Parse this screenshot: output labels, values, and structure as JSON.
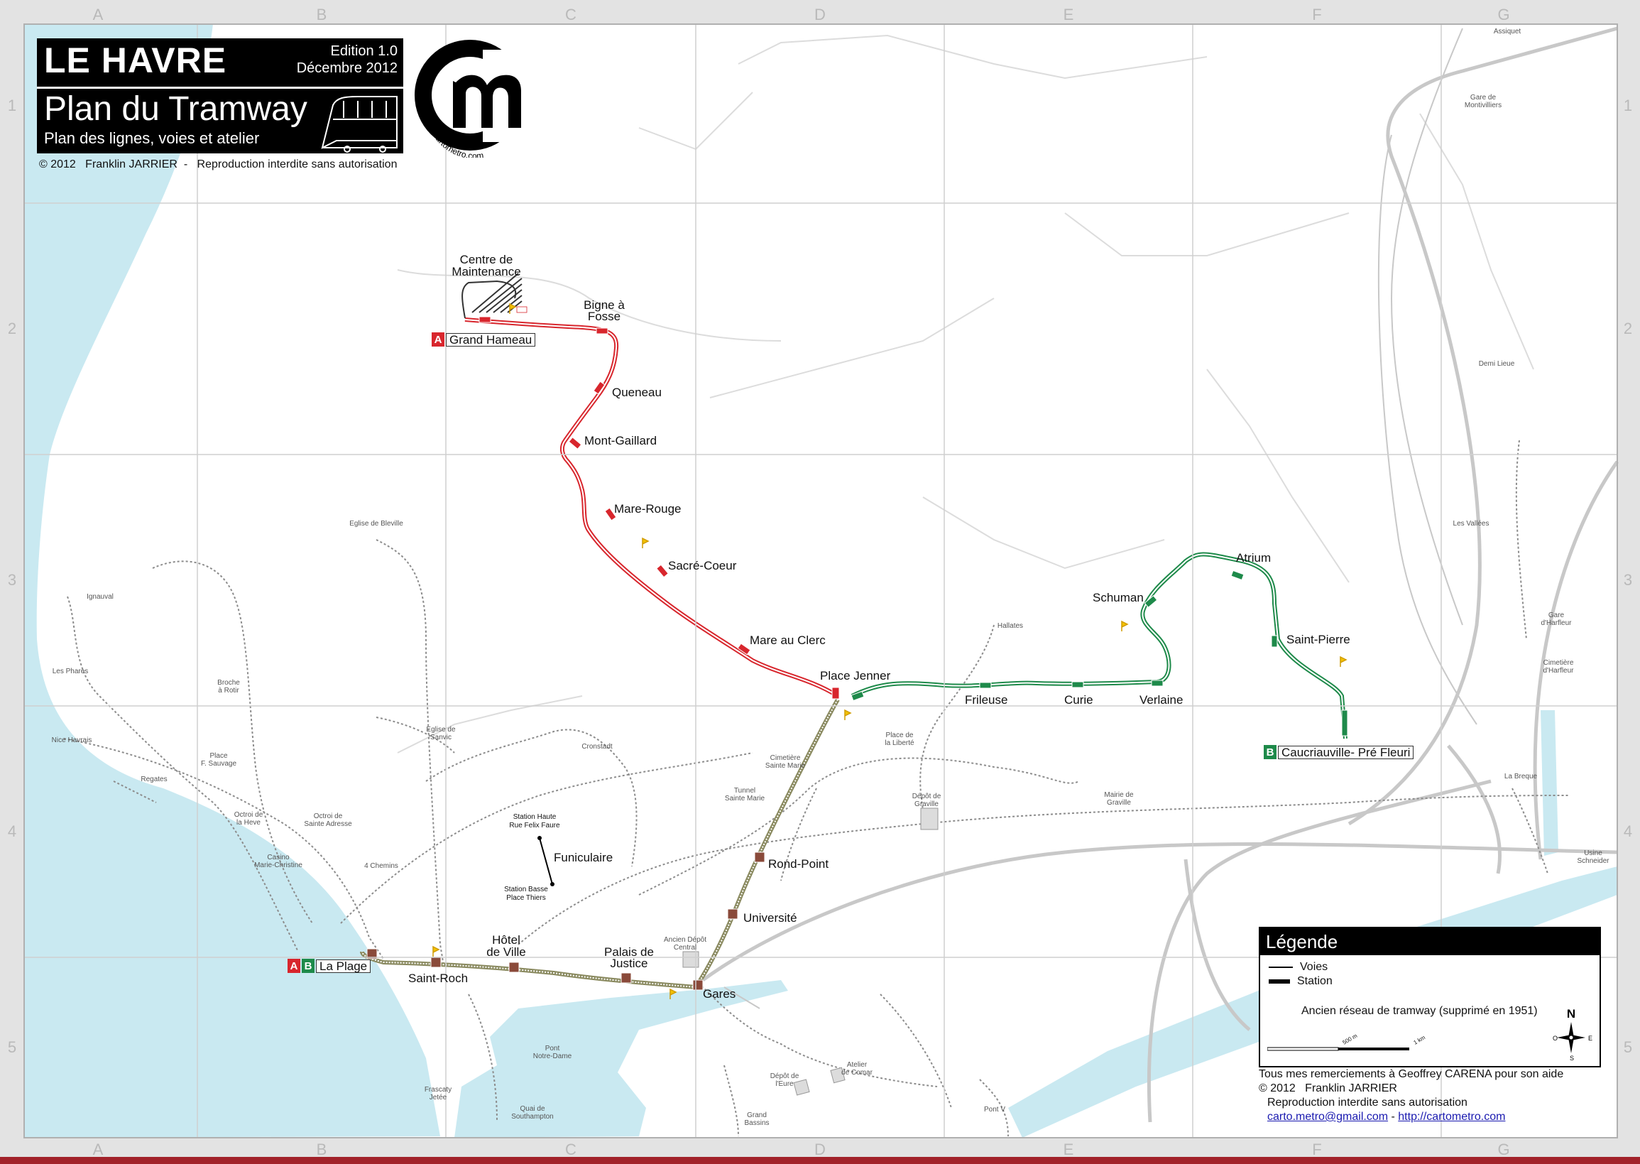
{
  "title": {
    "city": "LE HAVRE",
    "edition": "Edition 1.0",
    "date": "Décembre 2012",
    "plan_title": "Plan du Tramway",
    "subtitle": "Plan des lignes, voies et atelier",
    "copyright": "© 2012   Franklin JARRIER  -   Reproduction interdite sans autorisation"
  },
  "logo": {
    "url": "http://cartometro.com"
  },
  "grid": {
    "columns": [
      "A",
      "B",
      "C",
      "D",
      "E",
      "F",
      "G"
    ],
    "rows": [
      "1",
      "2",
      "3",
      "4",
      "5"
    ]
  },
  "lines": {
    "A": {
      "color": "#d8262d",
      "badge": "A"
    },
    "B": {
      "color": "#1e8a4a",
      "badge": "B"
    }
  },
  "stations": {
    "grand_hameau": "Grand Hameau",
    "centre": "Centre de Maintenance",
    "bigne": "Bigne à Fosse",
    "queneau": "Queneau",
    "mont_gaillard": "Mont-Gaillard",
    "mare_rouge": "Mare-Rouge",
    "sacre_coeur": "Sacré-Coeur",
    "mare_au_clerc": "Mare au Clerc",
    "place_jenner": "Place Jenner",
    "frileuse": "Frileuse",
    "curie": "Curie",
    "verlaine": "Verlaine",
    "schuman": "Schuman",
    "atrium": "Atrium",
    "saint_pierre": "Saint-Pierre",
    "caucriauville": "Caucriauville- Pré Fleuri",
    "rond_point": "Rond-Point",
    "universite": "Université",
    "gares": "Gares",
    "palais_justice": "Palais de Justice",
    "hotel_de_ville": "Hôtel de Ville",
    "saint_roch": "Saint-Roch",
    "la_plage": "La Plage",
    "funiculaire": "Funiculaire",
    "station_haute": "Station Haute Rue Felix Faure",
    "station_basse": "Station Basse Place Thiers"
  },
  "places": {
    "assiquet": "Assiquet",
    "gare_montivilliers": "Gare de Montivilliers",
    "demi_lieue": "Demi Lieue",
    "les_vallees": "Les Vallées",
    "gare_harfleur": "Gare d'Harfleur",
    "cimetiere_harfleur": "Cimetière d'Harfleur",
    "la_breque": "La Breque",
    "usine_schneider": "Usine Schneider",
    "hallates": "Hallates",
    "mairie_graville": "Mairie de Graville",
    "depot_graville": "Dépôt de Graville",
    "place_liberte": "Place de la Liberté",
    "cimetiere_sainte_marie": "Cimetière Sainte Marie",
    "tunnel_sainte_marie": "Tunnel Sainte Marie",
    "cronstadt": "Cronstadt",
    "eglise_bleville": "Eglise de Bleville",
    "ignauval": "Ignauval",
    "les_phares": "Les Phares",
    "broche_rotir": "Broche à Rotir",
    "eglise_sanvic": "Eglise de Sanvic",
    "nice_havrais": "Nice Havrais",
    "place_sauvage": "Place F. Sauvage",
    "regates": "Regates",
    "octroi_heve": "Octroi de la Heve",
    "octroi_sainte_adresse": "Octroi de Sainte Adresse",
    "casino": "Casino Marie-Christine",
    "quatre_chemins": "4 Chemins",
    "ancien_depot_central": "Ancien Dépôt Central",
    "pont_notre_dame": "Pont Notre-Dame",
    "frascaty": "Frascaty Jetée",
    "quai_southampton": "Quai de Southampton",
    "depot_eure": "Dépôt de l'Eure",
    "atelier_comar": "Atelier de Comar",
    "grand_bassins": "Grand Bassins",
    "pont_v": "Pont V"
  },
  "legend": {
    "title": "Légende",
    "voies": "Voies",
    "station": "Station",
    "old_network": "Ancien réseau de tramway (supprimé en 1951)",
    "scale_500": "500 m",
    "scale_1km": "1 km",
    "compass_n": "N",
    "compass_s": "S",
    "compass_e": "E",
    "compass_o": "O"
  },
  "credits": {
    "thanks": "Tous mes remerciements à Geoffrey CARENA pour son aide",
    "copyright": "© 2012   Franklin JARRIER",
    "rights": "Reproduction interdite sans autorisation",
    "email": "carto.metro@gmail.com",
    "sep": " - ",
    "site": "http://cartometro.com"
  },
  "colors": {
    "sea": "#c9e9f1",
    "land": "#ffffff",
    "frame": "#e3e3e3",
    "line_a": "#d8262d",
    "line_b": "#1e8a4a",
    "tracks_ab": "#8a8a60"
  }
}
